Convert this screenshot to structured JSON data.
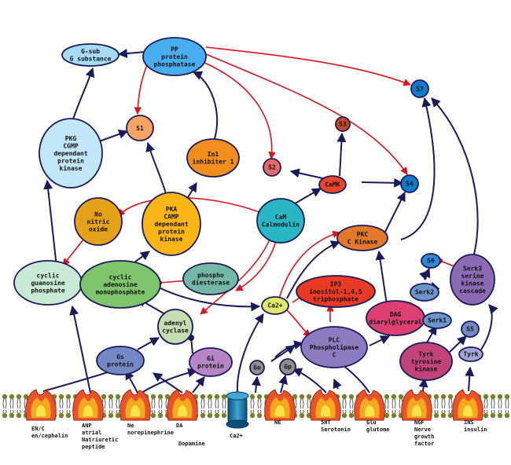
{
  "nodes": {
    "gsub": [
      "G-sub",
      "G substance"
    ],
    "pp": [
      "PP",
      "protein",
      "phosphatase"
    ],
    "s7": [
      "S7"
    ],
    "s1": [
      "S1"
    ],
    "pkg": [
      "PKG",
      "CGMP",
      "dependant",
      "protein",
      "kinase"
    ],
    "in1": [
      "In1",
      "inhibiter 1"
    ],
    "s3": [
      "S3"
    ],
    "s2": [
      "S2"
    ],
    "camk": [
      "CaMK"
    ],
    "s4": [
      "S4"
    ],
    "no": [
      "No",
      "nitric",
      "oxide"
    ],
    "pka": [
      "PKA",
      "CAMP",
      "dependant",
      "protein",
      "kinase"
    ],
    "cam": [
      "CaM",
      "Calmodulin"
    ],
    "pkc": [
      "PKC",
      "C Kinase"
    ],
    "s6": [
      "S6"
    ],
    "cgmp": [
      "cyclic",
      "guanosine",
      "phosphate"
    ],
    "camp": [
      "cyclic",
      "adenosine",
      "monophosphate"
    ],
    "pde": [
      "phospho",
      "diesterase"
    ],
    "ip3": [
      "IP3",
      "inositol-1,4,5",
      "triphosphate"
    ],
    "serk3": [
      "Serk3",
      "serine",
      "kinase",
      "cascade"
    ],
    "serk2": [
      "Serk2"
    ],
    "ca": [
      "Ca2+"
    ],
    "dag": [
      "DAG",
      "diarylglyceral"
    ],
    "serk1": [
      "Serk1"
    ],
    "adcy": [
      "adenyl",
      "cyclase"
    ],
    "s5": [
      "S5"
    ],
    "plc": [
      "PLC",
      "Phospholipase",
      "C"
    ],
    "gs": [
      "Gs",
      "protein"
    ],
    "gi": [
      "Gi",
      "protein"
    ],
    "tyrk": [
      "Tyrk",
      "tyrosine",
      "kinase"
    ],
    "tyrk2": [
      "Tyrk"
    ],
    "go": [
      "Go"
    ],
    "gp": [
      "Gp"
    ]
  },
  "receptor_labels": {
    "enc": [
      "EN/C",
      "en/cephalin"
    ],
    "anp": [
      "ANP",
      "atrial",
      "Natriuretic",
      "peptide"
    ],
    "ne1": [
      "Ne",
      "norepinephrine"
    ],
    "da": [
      "DA"
    ],
    "dopamine": [
      "Dopamine"
    ],
    "ca_channel": [
      "Ca2+"
    ],
    "ne2": [
      "NE"
    ],
    "ht": [
      "5HT",
      "Serotonin"
    ],
    "glu": [
      "Glu",
      "glutome"
    ],
    "ngf": [
      "NGF",
      "Nerve",
      "growth",
      "factor"
    ],
    "ins": [
      "INS",
      "insulin"
    ]
  }
}
